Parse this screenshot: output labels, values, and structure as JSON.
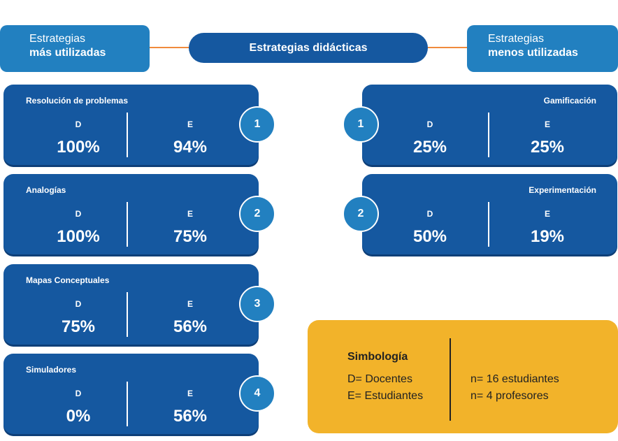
{
  "header": {
    "left_line1": "Estrategias",
    "left_line2": "más utilizadas",
    "center": "Estrategias didácticas",
    "right_line1": "Estrategias",
    "right_line2": "menos utilizadas"
  },
  "most_used": [
    {
      "rank": "1",
      "title": "Resolución de problemas",
      "d_label": "D",
      "d_value": "100%",
      "e_label": "E",
      "e_value": "94%"
    },
    {
      "rank": "2",
      "title": "Analogías",
      "d_label": "D",
      "d_value": "100%",
      "e_label": "E",
      "e_value": "75%"
    },
    {
      "rank": "3",
      "title": "Mapas Conceptuales",
      "d_label": "D",
      "d_value": "75%",
      "e_label": "E",
      "e_value": "56%"
    },
    {
      "rank": "4",
      "title": "Simuladores",
      "d_label": "D",
      "d_value": "0%",
      "e_label": "E",
      "e_value": "56%"
    }
  ],
  "least_used": [
    {
      "rank": "1",
      "title": "Gamificación",
      "d_label": "D",
      "d_value": "25%",
      "e_label": "E",
      "e_value": "25%"
    },
    {
      "rank": "2",
      "title": "Experimentación",
      "d_label": "D",
      "d_value": "50%",
      "e_label": "E",
      "e_value": "19%"
    }
  ],
  "legend": {
    "title": "Simbología",
    "line1": "D= Docentes",
    "line2": "E= Estudiantes",
    "n1": "n= 16 estudiantes",
    "n2": "n= 4 profesores"
  }
}
